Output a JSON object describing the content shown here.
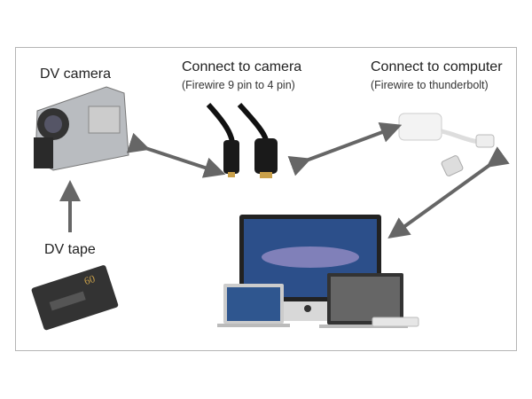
{
  "labels": {
    "dv_camera": "DV camera",
    "dv_tape": "DV tape",
    "connect_camera": "Connect to camera",
    "connect_camera_sub": "(Firewire 9 pin to 4 pin)",
    "connect_computer": "Connect to computer",
    "connect_computer_sub": "(Firewire to thunderbolt)"
  },
  "tape_text": "60",
  "colors": {
    "arrow": "#666666",
    "border": "#b5b5b5"
  }
}
